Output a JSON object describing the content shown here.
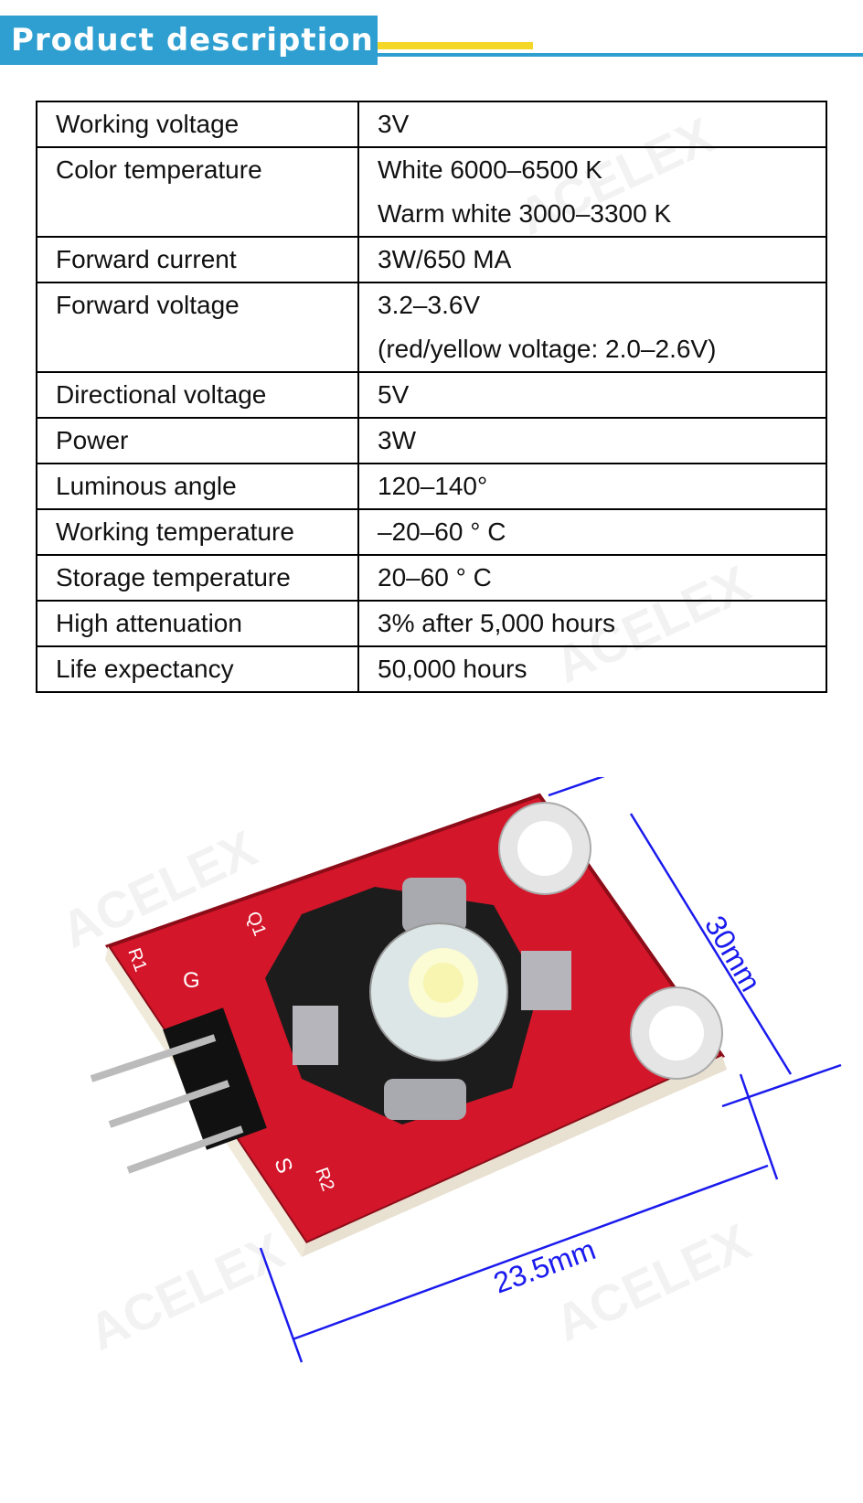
{
  "header": {
    "title": "Product description",
    "accent_blue": "#2e9fd0",
    "accent_yellow": "#f5d727"
  },
  "specs": [
    {
      "label": "Working voltage",
      "values": [
        "3V"
      ]
    },
    {
      "label": "Color temperature",
      "values": [
        "White 6000–6500 K",
        "Warm white 3000–3300 K"
      ]
    },
    {
      "label": "Forward current",
      "values": [
        "3W/650 MA"
      ]
    },
    {
      "label": "Forward voltage",
      "values": [
        "3.2–3.6V",
        "(red/yellow voltage:  2.0–2.6V)"
      ]
    },
    {
      "label": "Directional voltage",
      "values": [
        "5V"
      ]
    },
    {
      "label": "Power",
      "values": [
        "3W"
      ]
    },
    {
      "label": "Luminous angle",
      "values": [
        "120–140°"
      ]
    },
    {
      "label": "Working temperature",
      "values": [
        "–20–60 °  C"
      ]
    },
    {
      "label": "Storage temperature",
      "values": [
        "20–60 °   C"
      ]
    },
    {
      "label": "High attenuation",
      "values": [
        "3% after 5,000 hours"
      ]
    },
    {
      "label": "Life expectancy",
      "values": [
        "50,000 hours"
      ]
    }
  ],
  "photo": {
    "dim_height": "30mm",
    "dim_width": "23.5mm",
    "pcb_labels": {
      "q1": "Q1",
      "r1": "R1",
      "g": "G",
      "s": "S",
      "r2": "R2"
    }
  },
  "watermark": "ACELEX"
}
